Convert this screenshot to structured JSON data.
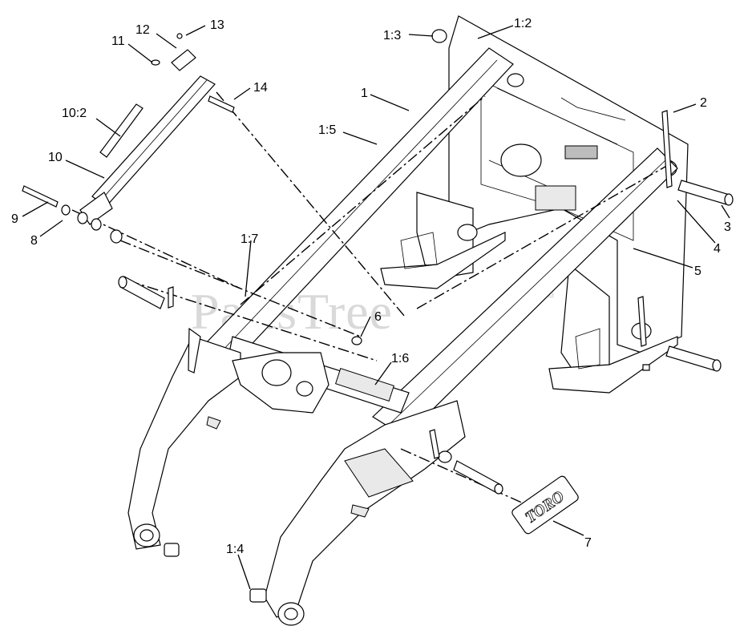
{
  "watermark": {
    "text": "PartsTree",
    "tm": "TM"
  },
  "logo_text": "TORO",
  "callouts": [
    {
      "id": "c-13",
      "label": "13"
    },
    {
      "id": "c-12",
      "label": "12"
    },
    {
      "id": "c-11",
      "label": "11"
    },
    {
      "id": "c-14",
      "label": "14"
    },
    {
      "id": "c-10-2",
      "label": "10:2"
    },
    {
      "id": "c-10",
      "label": "10"
    },
    {
      "id": "c-9",
      "label": "9"
    },
    {
      "id": "c-8",
      "label": "8"
    },
    {
      "id": "c-1-3",
      "label": "1:3"
    },
    {
      "id": "c-1-2",
      "label": "1:2"
    },
    {
      "id": "c-1",
      "label": "1"
    },
    {
      "id": "c-1-5",
      "label": "1:5"
    },
    {
      "id": "c-2",
      "label": "2"
    },
    {
      "id": "c-3",
      "label": "3"
    },
    {
      "id": "c-4",
      "label": "4"
    },
    {
      "id": "c-5",
      "label": "5"
    },
    {
      "id": "c-1-7",
      "label": "1:7"
    },
    {
      "id": "c-6",
      "label": "6"
    },
    {
      "id": "c-1-6",
      "label": "1:6"
    },
    {
      "id": "c-7",
      "label": "7"
    },
    {
      "id": "c-1-4",
      "label": "1:4"
    }
  ]
}
